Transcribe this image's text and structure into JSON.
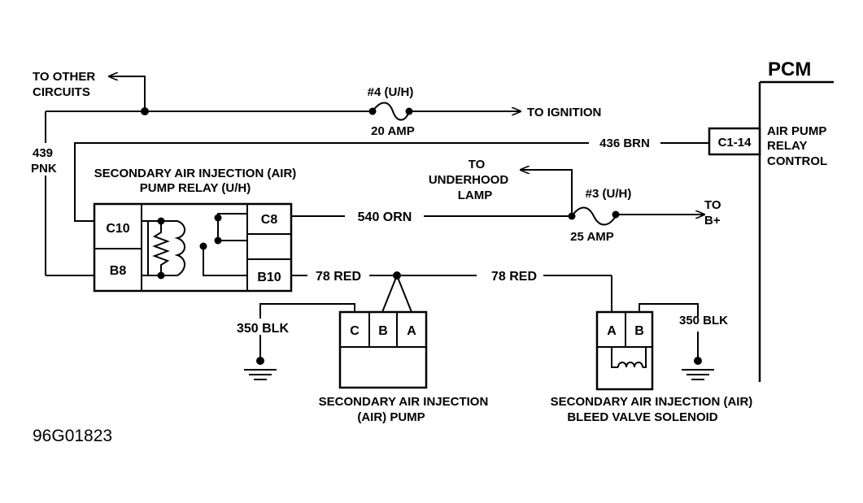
{
  "pcm": {
    "title": "PCM",
    "pin": "C1-14",
    "function_lines": [
      "AIR PUMP",
      "RELAY",
      "CONTROL"
    ]
  },
  "top_circuit": {
    "to_other_lines": [
      "TO OTHER",
      "CIRCUITS"
    ],
    "fuse_name": "#4 (U/H)",
    "fuse_rating": "20 AMP",
    "destination": "TO IGNITION",
    "wire_left_lines": [
      "439",
      "PNK"
    ]
  },
  "brn_wire": {
    "label": "436 BRN"
  },
  "relay": {
    "title_lines": [
      "SECONDARY AIR INJECTION (AIR)",
      "PUMP RELAY (U/H)"
    ],
    "pins": {
      "c10": "C10",
      "b8": "B8",
      "c8": "C8",
      "b10": "B10"
    }
  },
  "orn_circuit": {
    "wire": "540 ORN",
    "underhood_lines": [
      "TO",
      "UNDERHOOD",
      "LAMP"
    ],
    "fuse_name": "#3 (U/H)",
    "fuse_rating": "25 AMP",
    "destination_lines": [
      "TO",
      "B+"
    ]
  },
  "red_wire": {
    "label_left": "78 RED",
    "label_right": "78 RED"
  },
  "pump": {
    "ground": "350 BLK",
    "pins": {
      "c": "C",
      "b": "B",
      "a": "A"
    },
    "title_lines": [
      "SECONDARY AIR INJECTION",
      "(AIR) PUMP"
    ]
  },
  "solenoid": {
    "ground": "350 BLK",
    "pins": {
      "a": "A",
      "b": "B"
    },
    "title_lines": [
      "SECONDARY AIR INJECTION (AIR)",
      "BLEED VALVE SOLENOID"
    ]
  },
  "figure_code": "96G01823"
}
